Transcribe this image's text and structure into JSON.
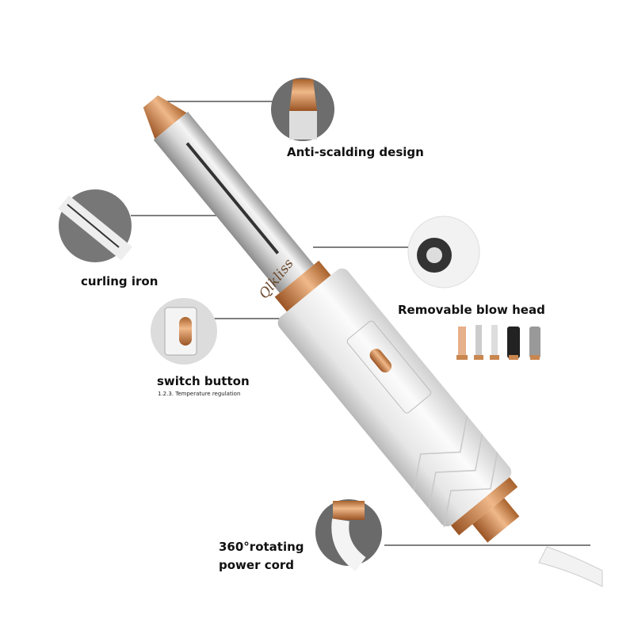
{
  "brand": "Qlkliss",
  "features": {
    "anti_scalding": "Anti-scalding design",
    "curling_iron": "curling iron",
    "blow_head": "Removable blow head",
    "switch": "switch button",
    "switch_sub": "1.2.3. Temperature regulation",
    "cord_line1": "360°rotating",
    "cord_line2": "power cord"
  },
  "colors": {
    "accent": "#c9864f",
    "body": "#efefef",
    "silver": "#cfcfcf"
  }
}
